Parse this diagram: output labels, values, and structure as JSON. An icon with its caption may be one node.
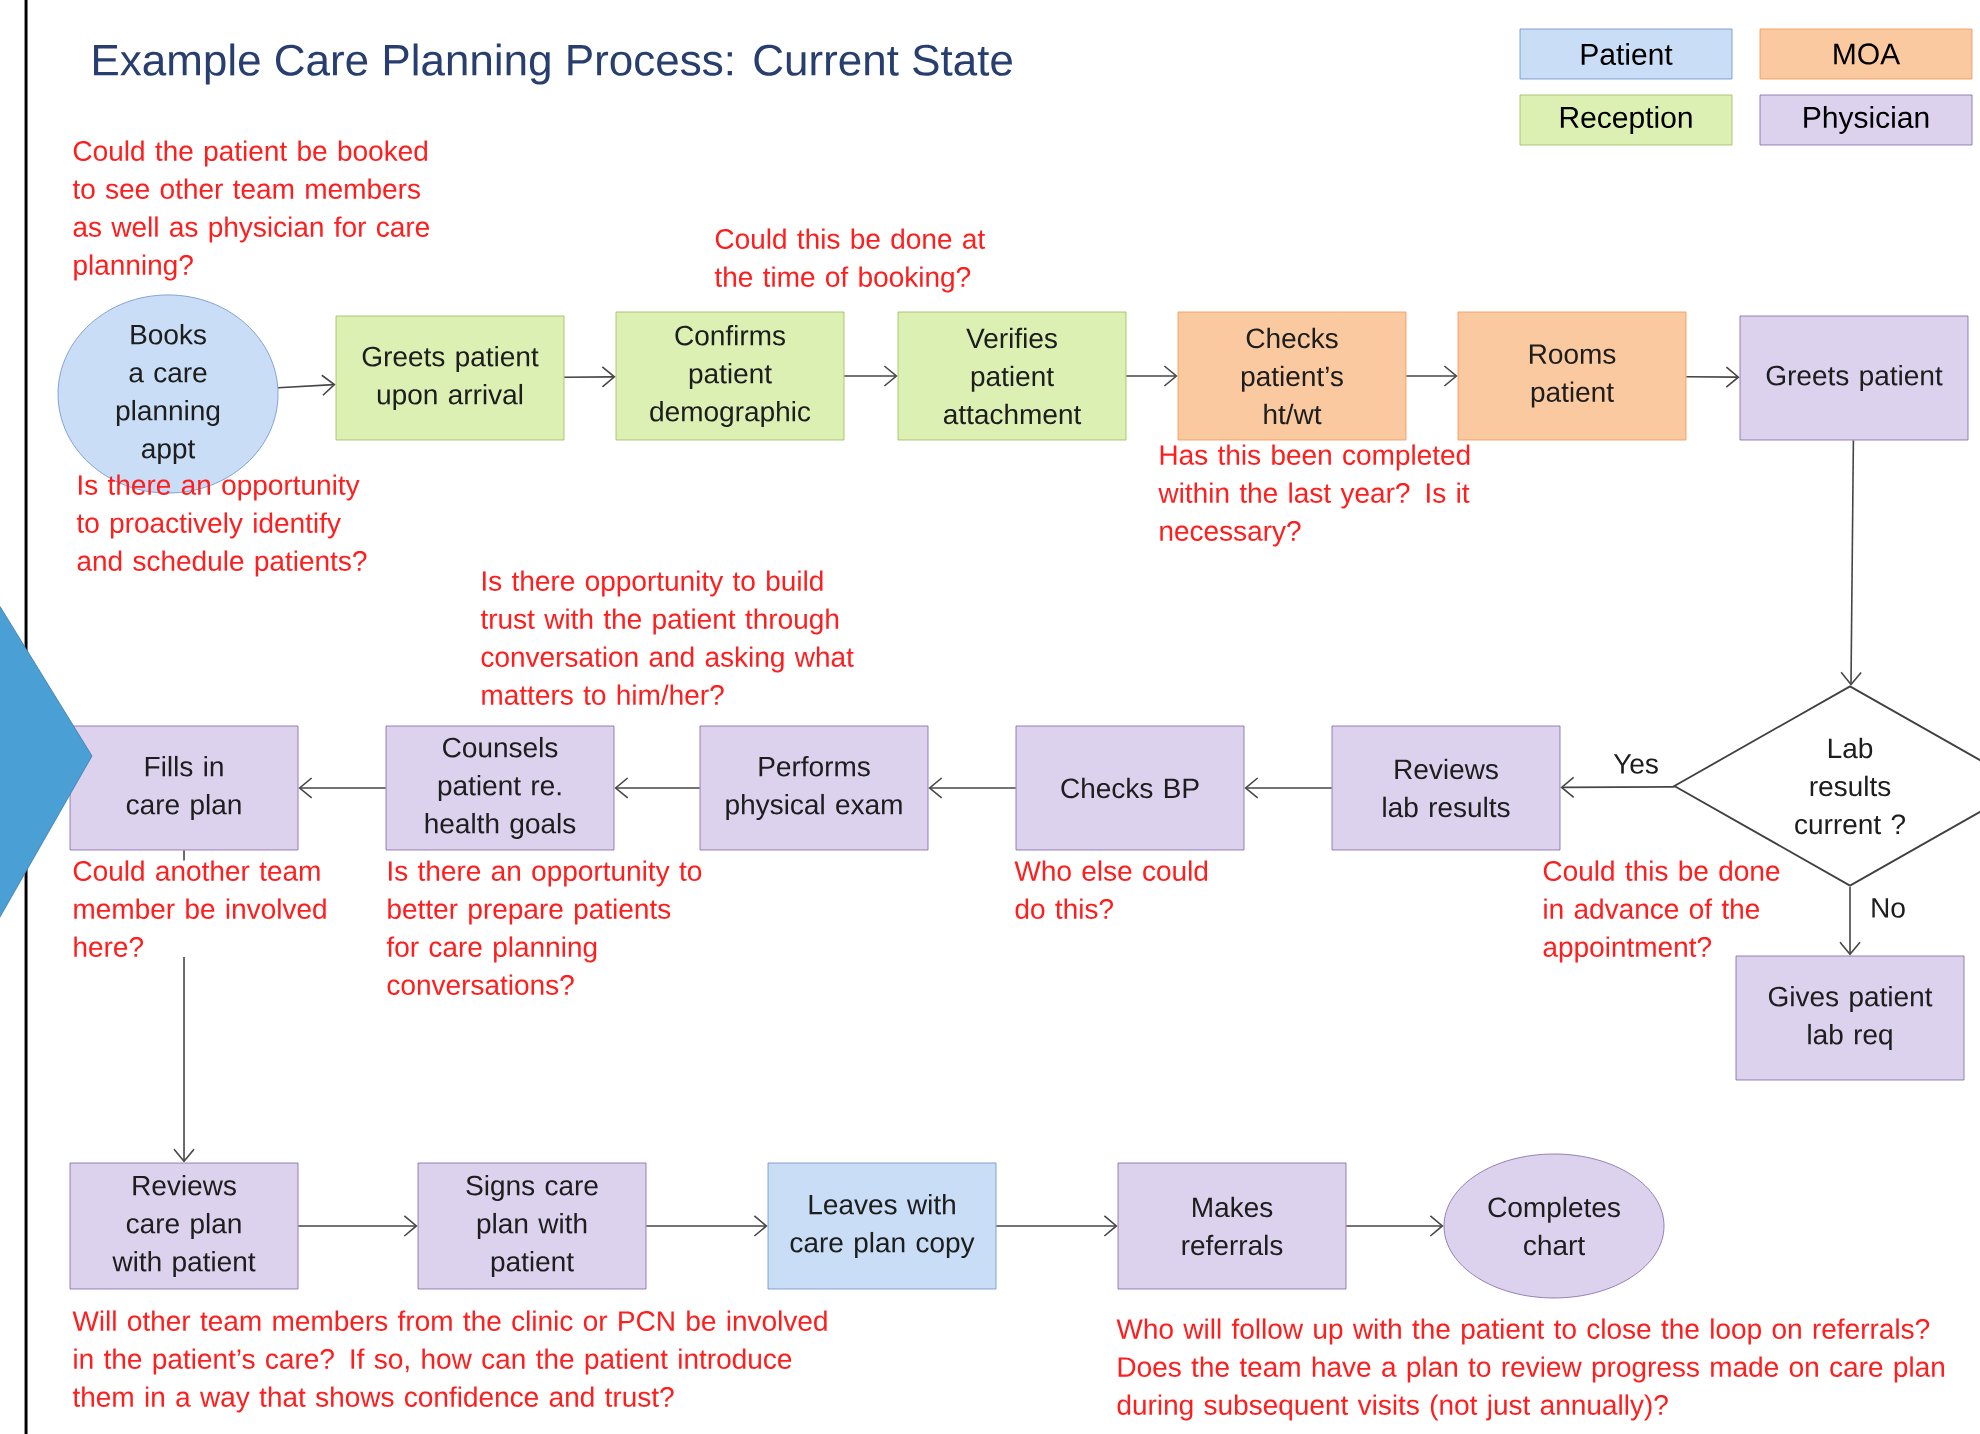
{
  "diagram": {
    "title": "Example Care Planning Process: Current State",
    "nodes": [
      {
        "text": [
          "Books a care planning appt"
        ]
      },
      {
        "text": [
          "Greets patient upon arrival"
        ]
      },
      {
        "text": [
          "Confirms patient demographic"
        ]
      },
      {
        "text": [
          "Verifies patient attachment"
        ]
      },
      {
        "text": [
          "Checks patient’s ht/wt"
        ]
      },
      {
        "text": [
          "Rooms patient"
        ]
      },
      {
        "text": [
          "Greets patient"
        ]
      },
      {
        "text": [
          "Lab results current ?"
        ]
      },
      {
        "text": [
          "Reviews lab results"
        ]
      },
      {
        "text": [
          "Checks BP"
        ]
      },
      {
        "text": [
          "Performs physical exam"
        ]
      },
      {
        "text": [
          "Counsels patient re. health goals"
        ]
      },
      {
        "text": [
          "Fills in care plan"
        ]
      },
      {
        "text": [
          "Gives patient lab req"
        ]
      },
      {
        "text": [
          "Reviews care plan with patient"
        ]
      },
      {
        "text": [
          "Signs care plan with patient"
        ]
      },
      {
        "text": [
          "Leaves with care plan copy"
        ]
      },
      {
        "text": [
          "Makes referrals"
        ]
      },
      {
        "text": [
          "Completes chart"
        ]
      },
      {
        "text": [],
        "shape": "chevron"
      }
    ],
    "edges": [
      {
        "from": 0,
        "to": 1,
        "arrow": "to"
      },
      {
        "from": 1,
        "to": 2,
        "arrow": "to"
      },
      {
        "from": 2,
        "to": 3,
        "arrow": "to"
      },
      {
        "from": 3,
        "to": 4,
        "arrow": "to"
      },
      {
        "from": 4,
        "to": 5,
        "arrow": "to"
      },
      {
        "from": 5,
        "to": 6,
        "arrow": "to"
      },
      {
        "from": 6,
        "to": 7,
        "arrow": "to"
      },
      {
        "from": 7,
        "to": 8,
        "arrow": "to",
        "label": "Yes"
      },
      {
        "from": 8,
        "to": 9,
        "arrow": "to"
      },
      {
        "from": 9,
        "to": 10,
        "arrow": "to"
      },
      {
        "from": 10,
        "to": 11,
        "arrow": "to"
      },
      {
        "from": 11,
        "to": 12,
        "arrow": "to"
      },
      {
        "from": 7,
        "to": 13,
        "arrow": "to",
        "label": "No"
      },
      {
        "from": 12,
        "to": 14,
        "arrow": "to"
      },
      {
        "from": 14,
        "to": 15,
        "arrow": "to"
      },
      {
        "from": 15,
        "to": 16,
        "arrow": "to"
      },
      {
        "from": 16,
        "to": 17,
        "arrow": "to"
      },
      {
        "from": 17,
        "to": 18,
        "arrow": "to"
      }
    ],
    "labels": [
      "Could the patient be booked to see other team members as well as physician for care planning?",
      "Could this be done at the time of booking?",
      "Is there an opportunity to proactively identify and schedule patients?",
      "Has this been completed within the last year? Is it necessary?",
      "Is there opportunity to build trust with the patient through conversation and asking what matters to him/her?",
      "Could another team member be involved here?",
      "Is there an opportunity to better prepare patients for care planning conversations?",
      "Who else could do this?",
      "Could this be done in advance of the appointment?",
      "Will other team members from the clinic or PCN be involved in the patient’s care? If so, how can the patient introduce them in a way that shows confidence and trust?",
      "Who will follow up with the patient to close the loop on referrals? Does the team have a plan to review progress made on care plan during subsequent visits (not just annually)?"
    ],
    "legend": [
      {
        "text": "Patient",
        "color": "#c9ddf6"
      },
      {
        "text": "MOA",
        "color": "#fbc9a0"
      },
      {
        "text": "Reception",
        "color": "#dcf0b4"
      },
      {
        "text": "Physician",
        "color": "#ddd2ee"
      }
    ]
  }
}
